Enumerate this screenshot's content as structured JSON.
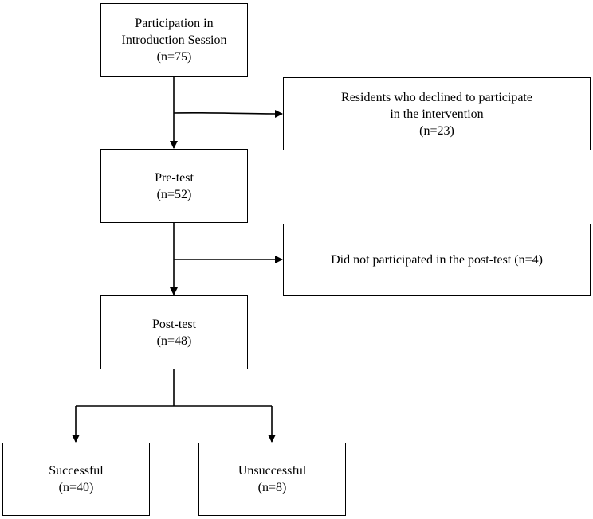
{
  "flowchart": {
    "intro": {
      "lines": [
        "Participation in",
        "Introduction Session",
        "(n=75)"
      ]
    },
    "declined": {
      "lines": [
        "Residents who declined to participate",
        "in the intervention",
        "(n=23)"
      ]
    },
    "pretest": {
      "lines": [
        "Pre-test",
        "(n=52)"
      ]
    },
    "dropout": {
      "lines": [
        "Did not participated in the post-test (n=4)"
      ]
    },
    "posttest": {
      "lines": [
        "Post-test",
        "(n=48)"
      ]
    },
    "successful": {
      "lines": [
        "Successful",
        "(n=40)"
      ]
    },
    "unsuccessful": {
      "lines": [
        "Unsuccessful",
        "(n=8)"
      ]
    }
  }
}
